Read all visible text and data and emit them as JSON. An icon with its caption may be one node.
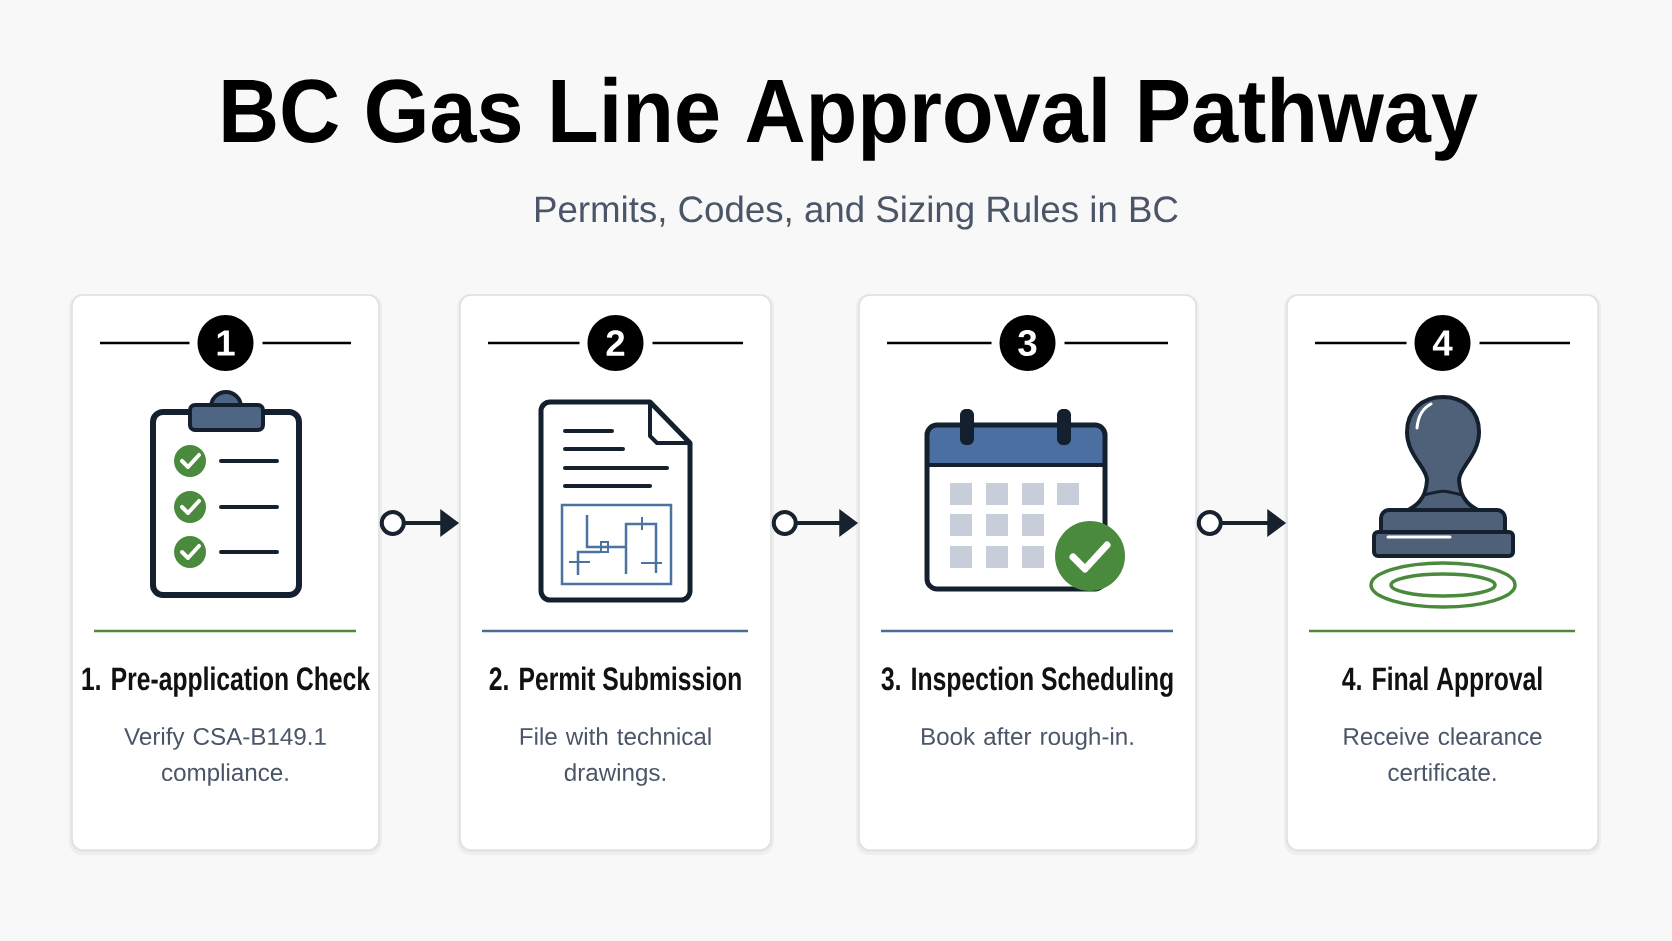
{
  "diagram": {
    "title": "BC Gas Line Approval Pathway",
    "nodes": [
      {
        "text": [
          "1. Pre-application Check",
          "Verify CSA-B149.1 compliance."
        ]
      },
      {
        "text": [
          "1"
        ],
        "in": 0
      },
      {
        "text": [
          "2. Permit Submission",
          "File with technical drawings."
        ]
      },
      {
        "text": [
          "2"
        ],
        "in": 2
      },
      {
        "text": [
          "3. Inspection Scheduling",
          "Book after rough-in."
        ]
      },
      {
        "text": [
          "3"
        ],
        "in": 4
      },
      {
        "text": [
          "4. Final Approval",
          "Receive clearance certificate."
        ]
      },
      {
        "text": [
          "4"
        ],
        "in": 6
      }
    ],
    "edges": [
      {
        "from": 0,
        "to": 2,
        "arrow": "to"
      },
      {
        "from": 2,
        "to": 4,
        "arrow": "to"
      },
      {
        "from": 4,
        "to": 6,
        "arrow": "to"
      }
    ],
    "labels": [
      "Permits, Codes, and Sizing Rules in BC"
    ]
  }
}
